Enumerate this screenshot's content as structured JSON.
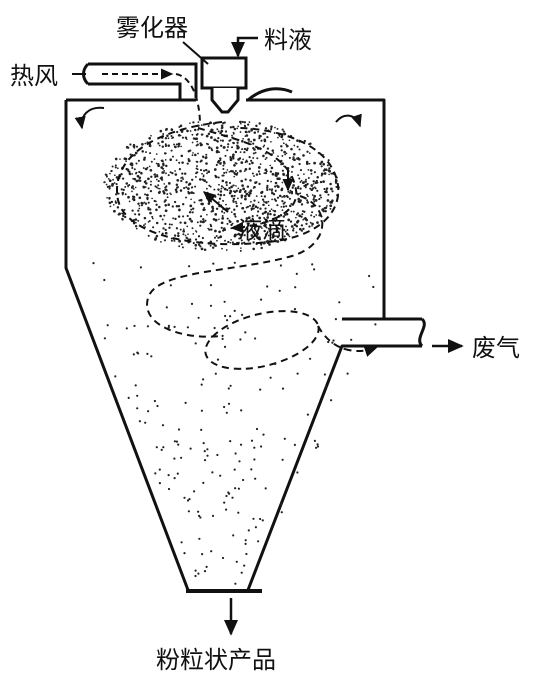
{
  "labels": {
    "atomizer": "雾化器",
    "feed_liquid": "料液",
    "hot_air": "热风",
    "droplets": "液滴",
    "exhaust": "废气",
    "powder_product": "粉粒状产品"
  },
  "colors": {
    "line": "#111111",
    "background": "#ffffff"
  }
}
